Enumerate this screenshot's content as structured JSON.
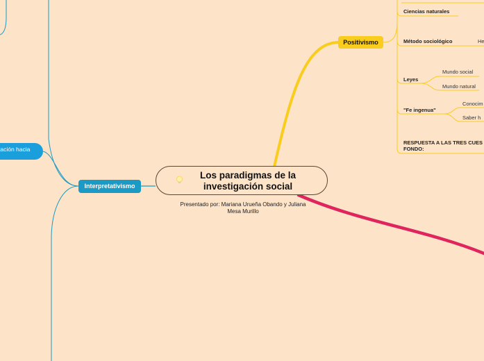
{
  "central": {
    "title": "Los paradigmas de la investigación social",
    "subtitle": "Presentado por: Mariana Urueña Obando y Juliana Mesa Murillo"
  },
  "branches": {
    "positivismo": {
      "label": "Positivismo",
      "color": "#f9cd1d",
      "children": {
        "ciencias_naturales": "Ciencias naturales",
        "metodo_sociologico": "Método sociológico",
        "metodo_sub": "He",
        "leyes": "Leyes",
        "mundo_social": "Mundo social",
        "mundo_natural": "Mundo natural",
        "fe_ingenua": "\"Fe ingenua\"",
        "conocim": "Conocim",
        "saber_h": "Saber h",
        "respuesta_line1": "RESPUESTA A LAS TRES CUES",
        "respuesta_line2": "FONDO:"
      }
    },
    "interpretativismo": {
      "label": "Interpretativismo",
      "color": "#1a9ac5",
      "children": {
        "orientacion": "tación hacia"
      }
    },
    "pink_branch_color": "#e0245e"
  },
  "icons": {
    "central": "lightbulb-icon"
  }
}
